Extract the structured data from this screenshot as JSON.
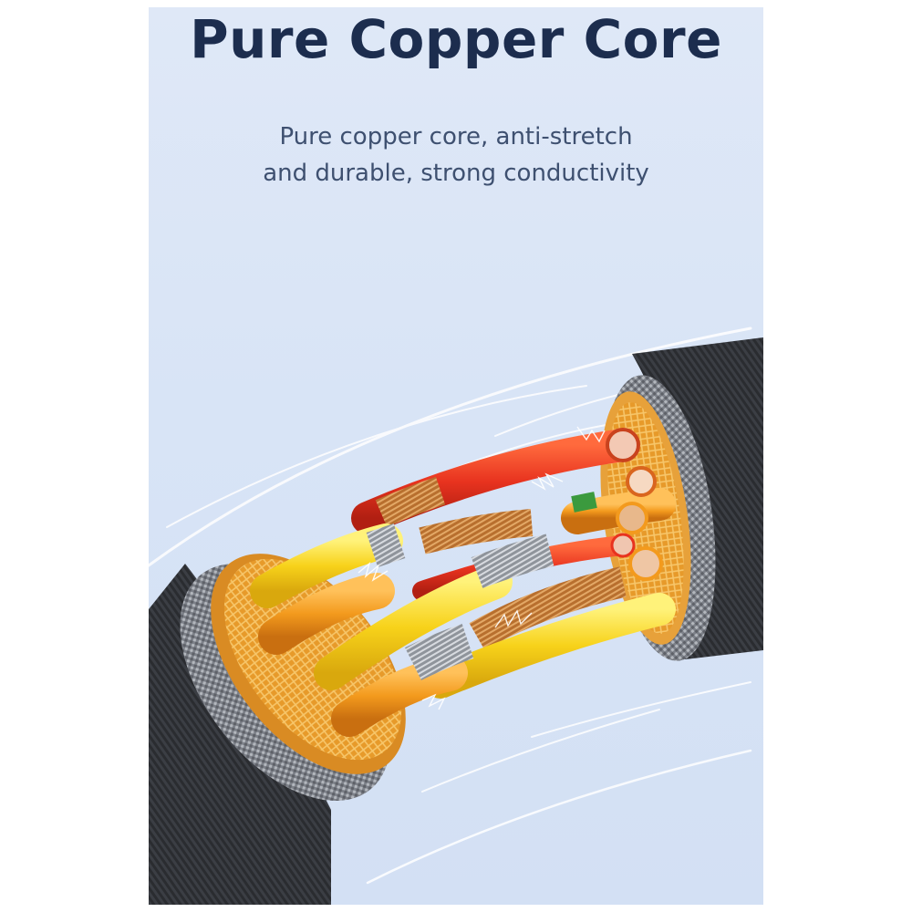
{
  "heading": {
    "title": "Pure Copper Core",
    "subtitle_line1": "Pure copper core, anti-stretch",
    "subtitle_line2": "and durable, strong conductivity"
  },
  "colors": {
    "background": "#dae5f6",
    "title": "#1c2d4e",
    "subtitle": "#3e5070",
    "jacket": "#2a2c30",
    "shield_ring": "#8c9097",
    "copper": "#c8823e",
    "wire_red": "#e8331f",
    "wire_yellow": "#f7d21a",
    "wire_orange": "#f39a1d"
  },
  "illustration": {
    "subject": "cable-cross-section-icon"
  }
}
